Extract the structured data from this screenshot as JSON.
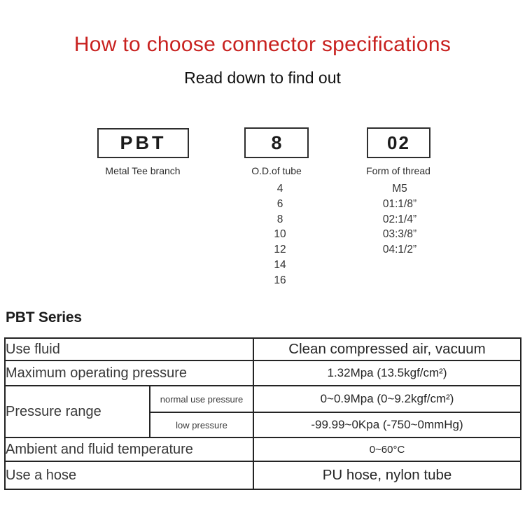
{
  "page": {
    "title": "How to choose connector specifications",
    "subtitle": "Read down to find out"
  },
  "code_breakdown": {
    "segments": [
      {
        "code": "PBT",
        "label": "Metal Tee branch",
        "options": []
      },
      {
        "code": "8",
        "label": "O.D.of tube",
        "options": [
          "4",
          "6",
          "8",
          "10",
          "12",
          "14",
          "16"
        ]
      },
      {
        "code": "02",
        "label": "Form of thread",
        "options": [
          "M5",
          "01:1/8”",
          "02:1/4”",
          "03:3/8”",
          "04:1/2”"
        ]
      }
    ]
  },
  "series": {
    "heading": "PBT Series",
    "table": {
      "rows": [
        {
          "label": "Use fluid",
          "value": "Clean compressed air, vacuum"
        },
        {
          "label": "Maximum operating pressure",
          "value": "1.32Mpa (13.5kgf/cm²)"
        },
        {
          "label": "Pressure range",
          "sub": [
            {
              "label": "normal use pressure",
              "value": "0~0.9Mpa (0~9.2kgf/cm²)"
            },
            {
              "label": "low pressure",
              "value": "-99.99~0Kpa (-750~0mmHg)"
            }
          ]
        },
        {
          "label": "Ambient and fluid temperature",
          "value": "0~60°C"
        },
        {
          "label": "Use a hose",
          "value": "PU hose, nylon tube"
        }
      ]
    }
  },
  "colors": {
    "accent_red": "#c8211f",
    "row_beige": "#f3ebd9",
    "border": "#242424"
  }
}
